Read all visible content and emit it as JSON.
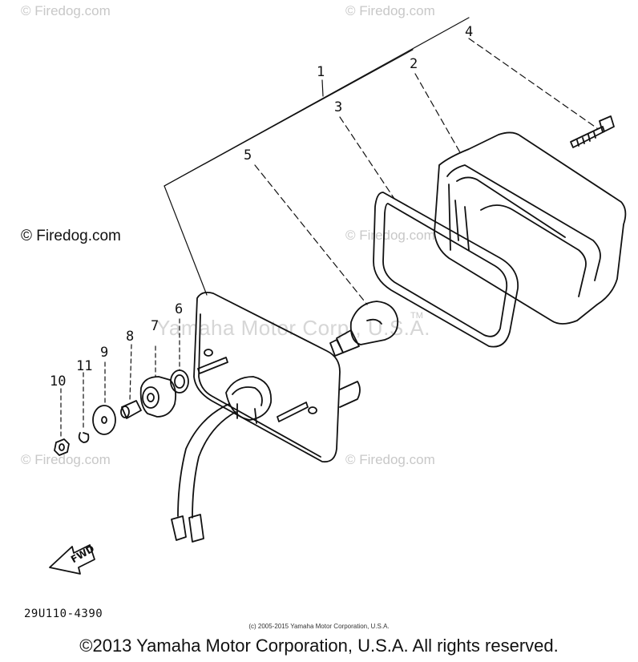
{
  "watermarks": {
    "top_left": "© Firedog.com",
    "top_right": "© Firedog.com",
    "mid_left": "© Firedog.com",
    "mid_right": "© Firedog.com",
    "bottom_left": "© Firedog.com",
    "bottom_right": "© Firedog.com",
    "yamaha": "Yamaha Motor Corp., U.S.A.",
    "tm": "TM"
  },
  "callouts": [
    "1",
    "2",
    "3",
    "4",
    "5",
    "6",
    "7",
    "8",
    "9",
    "10",
    "11"
  ],
  "fwd_label": "FWD",
  "part_number": "29U110-4390",
  "small_copyright": "(c) 2005-2015 Yamaha Motor Corporation, U.S.A.",
  "footer_copyright": "©2013 Yamaha Motor Corporation, U.S.A. All rights reserved.",
  "colors": {
    "line": "#111111",
    "watermark": "#c8c8c8"
  }
}
